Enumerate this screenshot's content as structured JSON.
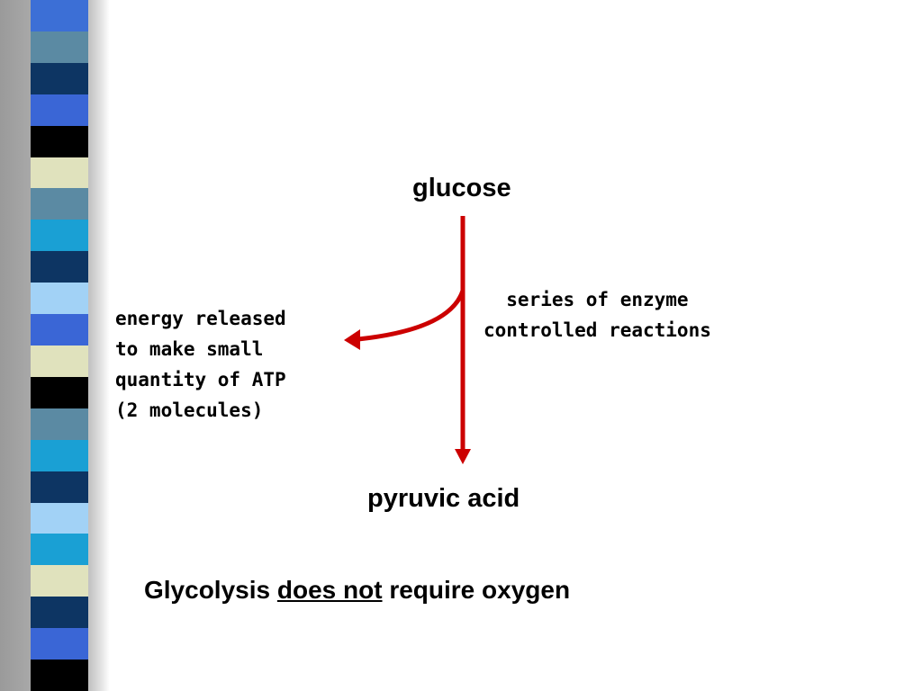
{
  "diagram": {
    "start_node": "glucose",
    "end_node": "pyruvic acid",
    "main_arrow_note": [
      "series of enzyme",
      "controlled reactions"
    ],
    "branch_note": [
      "energy released",
      "to make small",
      "quantity of ATP",
      "(2 molecules)"
    ],
    "arrow_color": "#cc0000"
  },
  "footer": {
    "part1": "Glycolysis ",
    "emphasis": "does not",
    "part2": " require oxygen"
  },
  "decoration": {
    "stripe_colors": [
      "#3c6fd6",
      "#5b8aa3",
      "#0d3563",
      "#3a66d6",
      "#000000",
      "#e0e2bd",
      "#5b8aa3",
      "#1aa0d4",
      "#0d3563",
      "#a2d2f6",
      "#3a66d6",
      "#e0e2bd",
      "#000000",
      "#5b8aa3",
      "#1aa0d4",
      "#0d3563",
      "#a2d2f6",
      "#1aa0d4",
      "#e0e2bd",
      "#0d3563",
      "#3a66d6",
      "#000000"
    ]
  }
}
